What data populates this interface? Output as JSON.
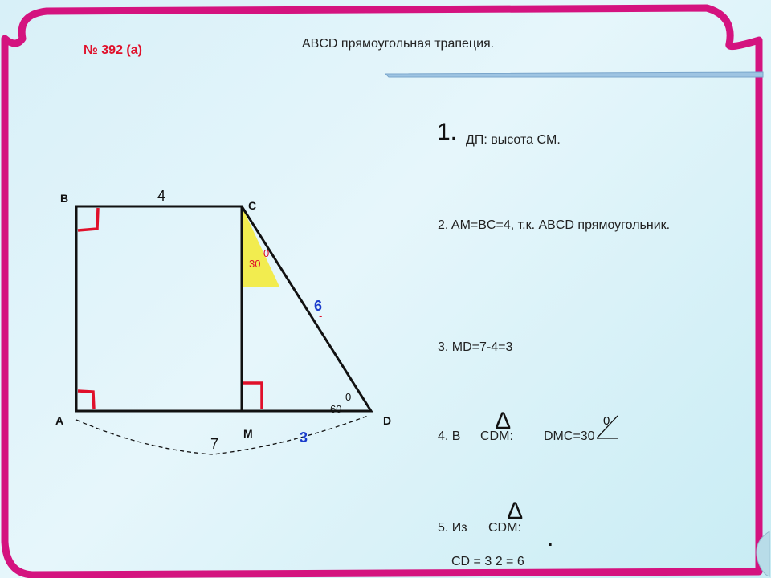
{
  "problem_number": "№ 392 (а)",
  "header": "ABCD прямоугольная трапеция.",
  "steps": {
    "s1_num": "1.",
    "s1_text": "ДП: высота CM.",
    "s2": "2. AM=BC=4, т.к. ABCD прямоугольник.",
    "s3": "3. MD=7-4=3",
    "s4_label": "4. В",
    "s4_tri": "CDM:",
    "s4_angle": "DMC=30",
    "s4_sup": "0",
    "s5_label": "5. Из",
    "s5_tri": "CDM:",
    "s5_dot": ".",
    "s5_formula": "CD = 3 2 = 6"
  },
  "delta_symbol": "∆",
  "figure": {
    "vertex_B": "B",
    "vertex_C": "C",
    "vertex_A": "A",
    "vertex_D": "D",
    "vertex_M": "M",
    "side_BC": "4",
    "side_AD": "7",
    "side_CD": "6",
    "segment_MD": "3",
    "angle_C": "30",
    "angle_C_sup": "0",
    "angle_D": "60",
    "angle_D_sup": "0",
    "dash_mark": "-"
  },
  "colors": {
    "frame": "#d4137f",
    "right_angle": "#e0102a",
    "highlight": "#f5ea30",
    "accent_blue": "#1a3ccc"
  }
}
